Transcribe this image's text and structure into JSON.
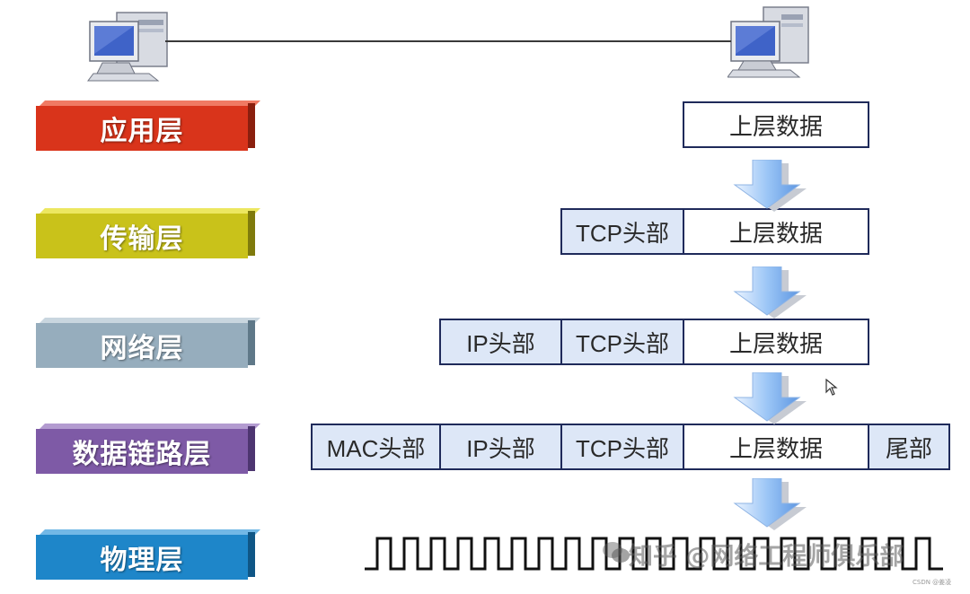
{
  "layers": [
    {
      "label": "应用层",
      "color": "#d9341b",
      "top_color": "#f07a63",
      "side_color": "#8a1f0e"
    },
    {
      "label": "传输层",
      "color": "#c9c21a",
      "top_color": "#ece760",
      "side_color": "#7f7a0c"
    },
    {
      "label": "网络层",
      "color": "#96adbd",
      "top_color": "#c9d6df",
      "side_color": "#5f7888"
    },
    {
      "label": "数据链路层",
      "color": "#7e5aa6",
      "top_color": "#b39bd0",
      "side_color": "#4d3570"
    },
    {
      "label": "物理层",
      "color": "#1e86c9",
      "top_color": "#72b8e6",
      "side_color": "#0f5686"
    }
  ],
  "rows": [
    {
      "cells": [
        "上层数据"
      ]
    },
    {
      "cells": [
        "TCP头部",
        "上层数据"
      ]
    },
    {
      "cells": [
        "IP头部",
        "TCP头部",
        "上层数据"
      ]
    },
    {
      "cells": [
        "MAC头部",
        "IP头部",
        "TCP头部",
        "上层数据",
        "尾部"
      ]
    }
  ],
  "watermark": "知乎 @网络工程师俱乐部",
  "credit": "CSDN @姜凌",
  "colors": {
    "header_fill": "#dde7f7",
    "border": "#1f2a5a",
    "arrow": "#7fb2ee"
  }
}
